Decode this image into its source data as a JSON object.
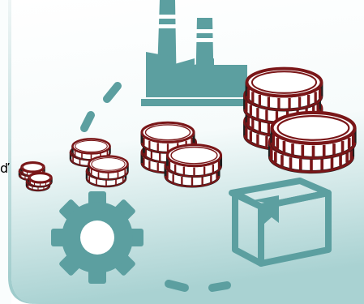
{
  "edge_text": "ď",
  "colors": {
    "teal": "#5c9fa0",
    "coin_face": "#ffffff",
    "coin_stroke": "#7a1618",
    "coin_rim": "#1e1e1e",
    "panel_light": "#ffffff",
    "panel_dark": "#a9d2d2"
  },
  "icons": [
    "factory-icon",
    "coin-stacks",
    "gear-icon",
    "box-icon",
    "dashed-path"
  ]
}
